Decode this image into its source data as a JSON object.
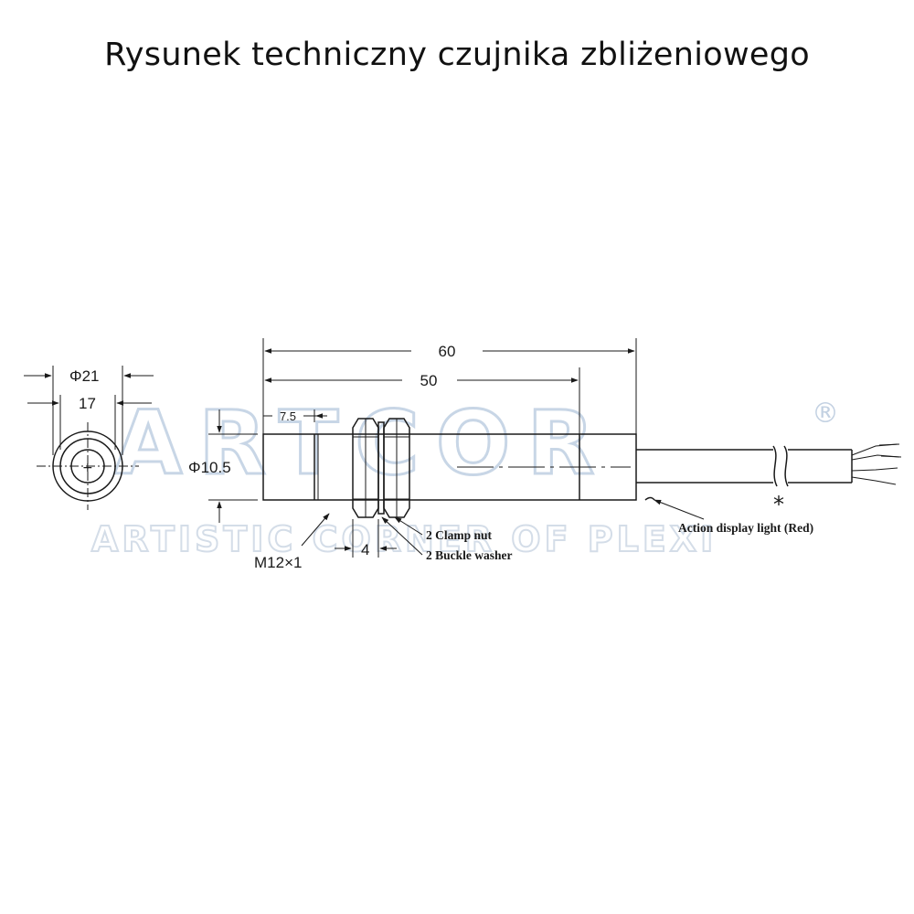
{
  "title": "Rysunek techniczny czujnika zbliżeniowego",
  "watermark": {
    "brand": "ARTCOR",
    "registered": "®",
    "tagline": "ARTISTIC CORNER OF PLEXI"
  },
  "dimensions": {
    "front_outer_diameter": "Φ21",
    "front_inner": "17",
    "total_length": "60",
    "thread_length": "50",
    "tip_length": "7.5",
    "body_diameter": "Φ10.5",
    "thread_spec": "M12×1",
    "nut_width": "4"
  },
  "annotations": {
    "clamp_nut": "2 Clamp nut",
    "buckle_washer": "2 Buckle washer",
    "indicator": "Action display light (Red)",
    "asterisk": "*"
  }
}
